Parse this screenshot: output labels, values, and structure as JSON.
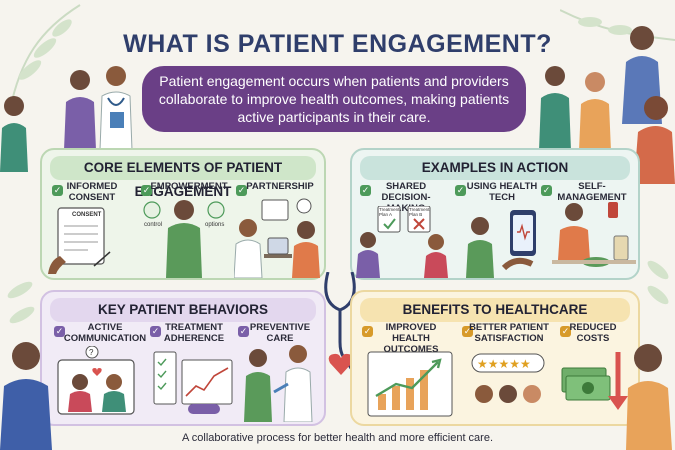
{
  "title": "WHAT IS PATIENT ENGAGEMENT?",
  "intro": "Patient engagement occurs when patients and providers collaborate to improve health outcomes, making patients active participants in their care.",
  "panels": {
    "core": {
      "heading": "CORE ELEMENTS OF PATIENT ENGAGEMENT",
      "items": [
        "INFORMED CONSENT",
        "EMPOWERMENT",
        "PARTNERSHIP"
      ],
      "consent_form": "CONSENT",
      "control_label": "control",
      "options_label": "options"
    },
    "examples": {
      "heading": "EXAMPLES IN ACTION",
      "items": [
        "SHARED DECISION-MAKING",
        "USING HEALTH TECH",
        "SELF-MANAGEMENT"
      ],
      "plan_a": "Treatment Plan A",
      "plan_b": "Treatment Plan B"
    },
    "behaviors": {
      "heading": "KEY PATIENT BEHAVIORS",
      "items": [
        "ACTIVE COMMUNICATION",
        "TREATMENT ADHERENCE",
        "PREVENTIVE CARE"
      ]
    },
    "benefits": {
      "heading": "BENEFITS TO HEALTHCARE",
      "items": [
        "IMPROVED HEALTH OUTCOMES",
        "BETTER PATIENT SATISFACTION",
        "REDUCED COSTS"
      ]
    }
  },
  "footer": "A collaborative process for better health and more efficient care.",
  "colors": {
    "title": "#2f3e6b",
    "intro_bg": "#6a3f86",
    "core_head": "#cfe6c9",
    "examples_head": "#c9e3dc",
    "behaviors_head": "#e3d7ee",
    "benefits_head": "#f6e3b0"
  }
}
